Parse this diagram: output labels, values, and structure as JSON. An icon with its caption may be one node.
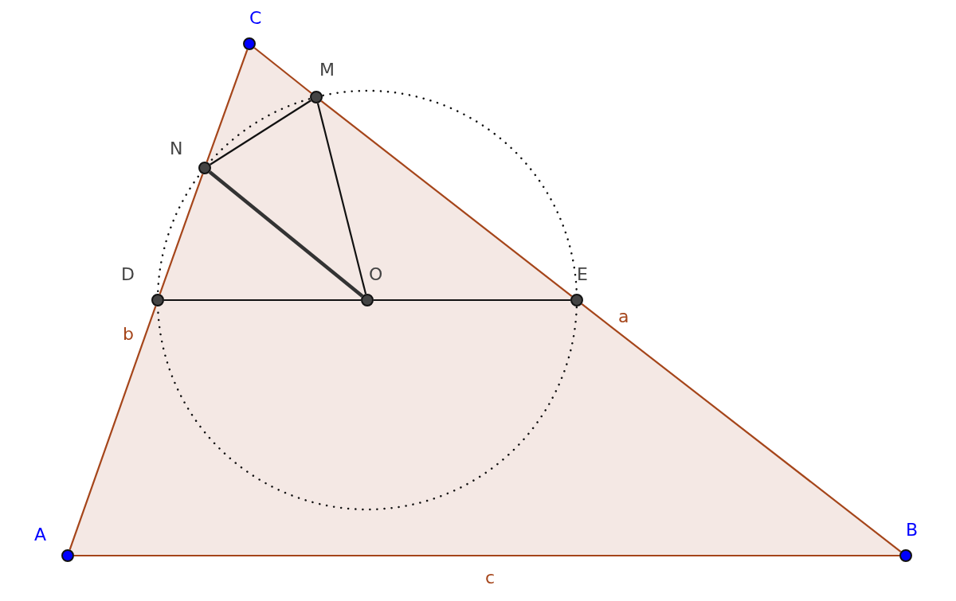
{
  "diagram": {
    "nodes": [
      {
        "text": [
          "C"
        ]
      },
      {
        "text": [
          "M"
        ]
      },
      {
        "text": [
          "N"
        ]
      },
      {
        "text": [
          "D"
        ]
      },
      {
        "text": [
          "O"
        ]
      },
      {
        "text": [
          "E"
        ]
      },
      {
        "text": [
          "A"
        ]
      },
      {
        "text": [
          "B"
        ]
      }
    ],
    "edges": [
      {
        "from": 0,
        "to": 1,
        "arrow": "none"
      },
      {
        "from": 1,
        "to": 5,
        "arrow": "none"
      },
      {
        "from": 5,
        "to": 7,
        "arrow": "none",
        "label": "a"
      },
      {
        "from": 0,
        "to": 2,
        "arrow": "none"
      },
      {
        "from": 2,
        "to": 3,
        "arrow": "none"
      },
      {
        "from": 3,
        "to": 6,
        "arrow": "none",
        "label": "b"
      },
      {
        "from": 6,
        "to": 7,
        "arrow": "none",
        "label": "c"
      },
      {
        "from": 3,
        "to": 4,
        "arrow": "none",
        "color": "#111111"
      },
      {
        "from": 4,
        "to": 5,
        "arrow": "none",
        "color": "#111111"
      },
      {
        "from": 2,
        "to": 1,
        "arrow": "none",
        "color": "#111111"
      },
      {
        "from": 1,
        "to": 4,
        "arrow": "none",
        "color": "#111111"
      },
      {
        "from": 2,
        "to": 4,
        "arrow": "none",
        "style": "thick",
        "color": "#333333"
      }
    ]
  }
}
